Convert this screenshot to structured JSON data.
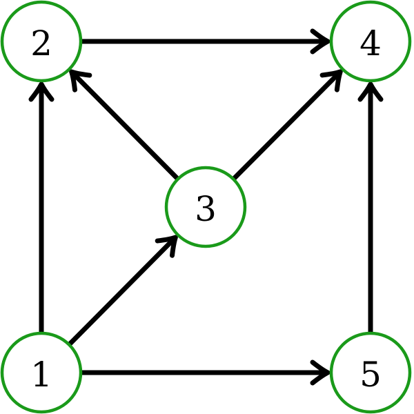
{
  "diagram": {
    "colors": {
      "node_stroke": "#1a9a1a",
      "node_fill": "#ffffff",
      "edge": "#000000",
      "label": "#000000"
    },
    "nodes": [
      {
        "id": "n1",
        "label": "1"
      },
      {
        "id": "n2",
        "label": "2"
      },
      {
        "id": "n3",
        "label": "3"
      },
      {
        "id": "n4",
        "label": "4"
      },
      {
        "id": "n5",
        "label": "5"
      }
    ],
    "edges": [
      {
        "from": "1",
        "to": "2"
      },
      {
        "from": "1",
        "to": "3"
      },
      {
        "from": "1",
        "to": "5"
      },
      {
        "from": "2",
        "to": "4"
      },
      {
        "from": "3",
        "to": "2"
      },
      {
        "from": "3",
        "to": "4"
      },
      {
        "from": "5",
        "to": "4"
      }
    ]
  }
}
